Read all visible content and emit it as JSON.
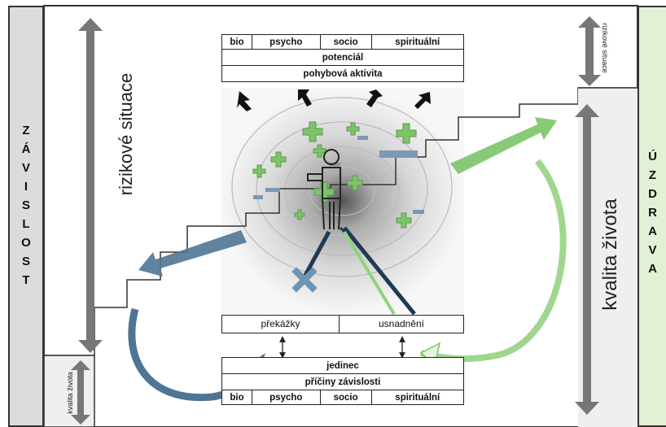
{
  "left_panel": {
    "letters": [
      "Z",
      "Á",
      "V",
      "I",
      "S",
      "L",
      "O",
      "S",
      "T"
    ]
  },
  "right_panel": {
    "letters": [
      "Ú",
      "Z",
      "D",
      "R",
      "A",
      "V",
      "A"
    ]
  },
  "labels": {
    "risk_large": "rizikové situace",
    "risk_small": "rizikové situace",
    "quality_large": "kvalita života",
    "quality_small": "kvalita života"
  },
  "top_box": {
    "row1": [
      "bio",
      "psycho",
      "socio",
      "spirituální"
    ],
    "row2": "potenciál",
    "row3": "pohybová aktivita"
  },
  "middle_box": {
    "left": "překážky",
    "right": "usnadnění"
  },
  "bottom_box": {
    "row1": "jedinec",
    "row2": "příčiny závislosti",
    "row3": [
      "bio",
      "psycho",
      "socio",
      "spirituální"
    ]
  },
  "colors": {
    "left_panel": "#dcdcdc",
    "right_panel": "#e2f1d6",
    "green": "#7cc46a",
    "blue": "#4f7595",
    "gray_arrow": "#777777"
  }
}
